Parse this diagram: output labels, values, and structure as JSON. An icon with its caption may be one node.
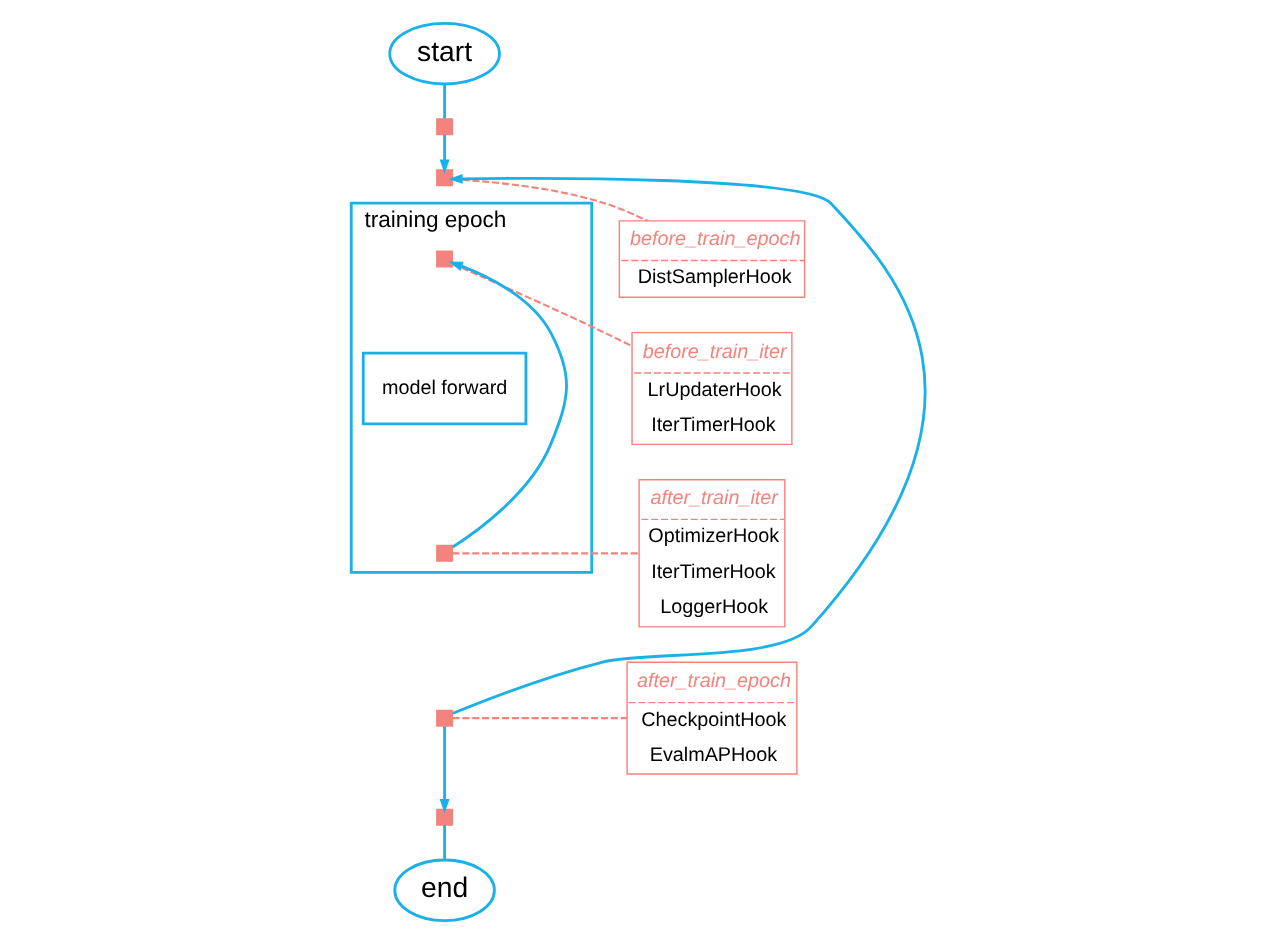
{
  "diagram": {
    "nodes": [
      {
        "text": [
          "start"
        ]
      },
      {
        "text": [],
        "shape": "box"
      },
      {
        "text": [],
        "shape": "box"
      },
      {
        "text": [
          "training epoch"
        ]
      },
      {
        "text": [],
        "shape": "box",
        "in": 3
      },
      {
        "text": [
          "model forward"
        ],
        "in": 3
      },
      {
        "text": [],
        "shape": "box",
        "in": 3
      },
      {
        "text": [],
        "shape": "box"
      },
      {
        "text": [],
        "shape": "box"
      },
      {
        "text": [
          "end"
        ]
      },
      {
        "text": [
          "before_train_epoch",
          "DistSamplerHook"
        ]
      },
      {
        "text": [
          "before_train_iter",
          "LrUpdaterHook",
          "IterTimerHook"
        ]
      },
      {
        "text": [
          "after_train_iter",
          "OptimizerHook",
          "IterTimerHook",
          "LoggerHook"
        ]
      },
      {
        "text": [
          "after_train_epoch",
          "CheckpointHook",
          "EvalmAPHook"
        ]
      }
    ],
    "edges": [
      {
        "from": 0,
        "to": 1,
        "arrow": "none"
      },
      {
        "from": 1,
        "to": 2,
        "arrow": "to"
      },
      {
        "from": 6,
        "to": 4,
        "arrow": "to"
      },
      {
        "from": 7,
        "to": 2,
        "arrow": "to"
      },
      {
        "from": 7,
        "to": 8,
        "arrow": "to"
      },
      {
        "from": 8,
        "to": 9,
        "arrow": "none"
      },
      {
        "from": 2,
        "to": 10,
        "arrow": "none",
        "style": "dashed",
        "color": "#f4837d"
      },
      {
        "from": 4,
        "to": 11,
        "arrow": "none",
        "style": "dashed",
        "color": "#f4837d"
      },
      {
        "from": 6,
        "to": 12,
        "arrow": "none",
        "style": "dashed",
        "color": "#f4837d"
      },
      {
        "from": 7,
        "to": 13,
        "arrow": "none",
        "style": "dashed",
        "color": "#f4837d"
      }
    ]
  }
}
